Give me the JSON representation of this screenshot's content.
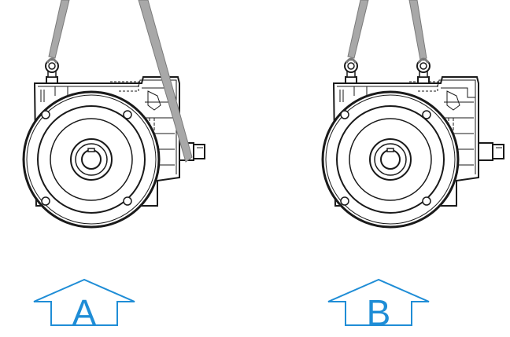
{
  "figure": {
    "colors": {
      "line": "#1a1a1a",
      "strap": "#a8a8a8",
      "strap_edge": "#7a7a7a",
      "arrow": "#1f8dd6",
      "background": "#ffffff"
    },
    "panels": [
      {
        "id": "A",
        "arrow_label": "A",
        "depiction": "gear-motor-lifted-by-two-slings-one-sling-touching-housing"
      },
      {
        "id": "B",
        "arrow_label": "B",
        "depiction": "gear-motor-lifted-by-two-slings-on-lifting-eyes"
      }
    ],
    "icons": [
      "lifting-sling",
      "eye-bolt",
      "gear-motor",
      "direction-arrow"
    ]
  }
}
